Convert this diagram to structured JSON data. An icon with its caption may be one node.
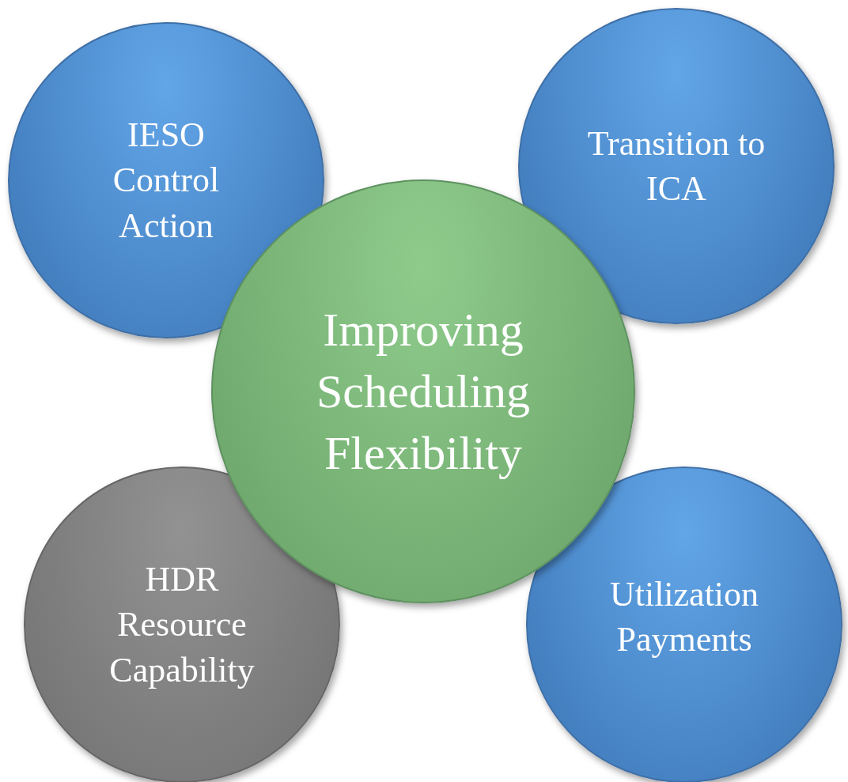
{
  "diagram": {
    "nodes": [
      {
        "text": [
          "IESO Control Action"
        ]
      },
      {
        "text": [
          "Transition to ICA"
        ]
      },
      {
        "text": [
          "Improving Scheduling Flexibility"
        ]
      },
      {
        "text": [
          "HDR Resource Capability"
        ]
      },
      {
        "text": [
          "Utilization Payments"
        ]
      }
    ]
  }
}
